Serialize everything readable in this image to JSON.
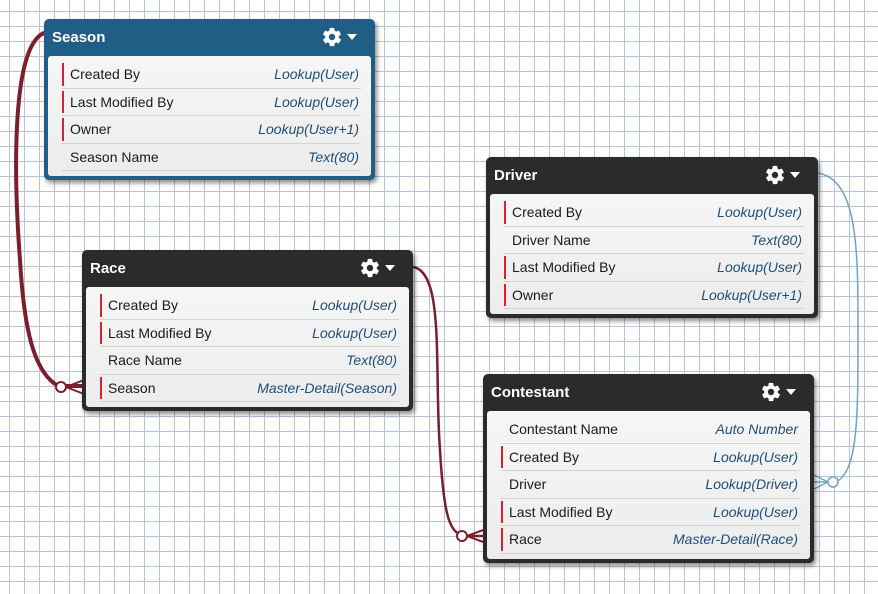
{
  "colors": {
    "master_detail_line": "#7a1f2b",
    "lookup_line": "#6aa6c9",
    "required_marker": "#d8232a",
    "season_header": "#1f5f86",
    "dark_header": "#2b2b2b",
    "type_text": "#1f4e79"
  },
  "objects": {
    "season": {
      "title": "Season",
      "fields": [
        {
          "name": "Created By",
          "type": "Lookup(User)",
          "required": true
        },
        {
          "name": "Last Modified By",
          "type": "Lookup(User)",
          "required": true
        },
        {
          "name": "Owner",
          "type": "Lookup(User+1)",
          "required": true
        },
        {
          "name": "Season Name",
          "type": "Text(80)",
          "required": false
        }
      ]
    },
    "race": {
      "title": "Race",
      "fields": [
        {
          "name": "Created By",
          "type": "Lookup(User)",
          "required": true
        },
        {
          "name": "Last Modified By",
          "type": "Lookup(User)",
          "required": true
        },
        {
          "name": "Race Name",
          "type": "Text(80)",
          "required": false
        },
        {
          "name": "Season",
          "type": "Master-Detail(Season)",
          "required": true
        }
      ]
    },
    "driver": {
      "title": "Driver",
      "fields": [
        {
          "name": "Created By",
          "type": "Lookup(User)",
          "required": true
        },
        {
          "name": "Driver Name",
          "type": "Text(80)",
          "required": false
        },
        {
          "name": "Last Modified By",
          "type": "Lookup(User)",
          "required": true
        },
        {
          "name": "Owner",
          "type": "Lookup(User+1)",
          "required": true
        }
      ]
    },
    "contestant": {
      "title": "Contestant",
      "fields": [
        {
          "name": "Contestant Name",
          "type": "Auto Number",
          "required": false
        },
        {
          "name": "Created By",
          "type": "Lookup(User)",
          "required": true
        },
        {
          "name": "Driver",
          "type": "Lookup(Driver)",
          "required": false
        },
        {
          "name": "Last Modified By",
          "type": "Lookup(User)",
          "required": true
        },
        {
          "name": "Race",
          "type": "Master-Detail(Race)",
          "required": true
        }
      ]
    }
  },
  "relationships": [
    {
      "from": "race",
      "to": "season",
      "kind": "master-detail"
    },
    {
      "from": "contestant",
      "to": "race",
      "kind": "master-detail"
    },
    {
      "from": "contestant",
      "to": "driver",
      "kind": "lookup"
    }
  ]
}
